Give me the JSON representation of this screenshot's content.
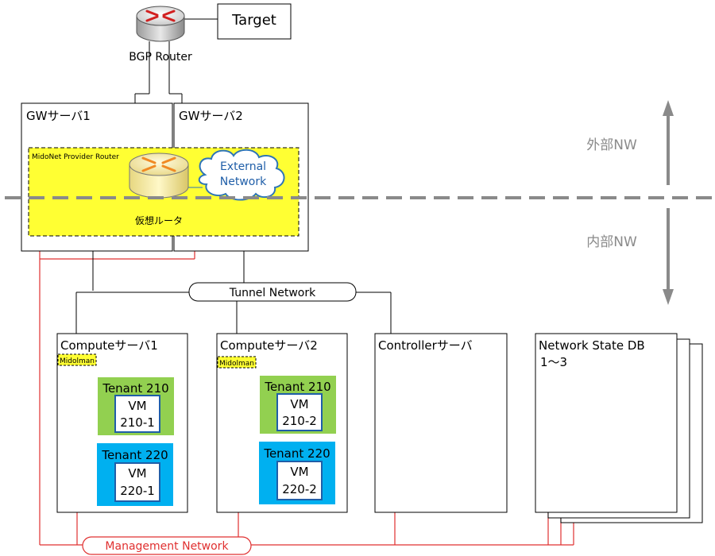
{
  "bgp_router": {
    "label": "BGP Router"
  },
  "target": {
    "label": "Target"
  },
  "gw1": {
    "label": "GWサーバ1"
  },
  "gw2": {
    "label": "GWサーバ2"
  },
  "provider_router": {
    "label": "MidoNet Provider Router",
    "router_label": "仮想ルータ",
    "external_network": [
      "External",
      "Network"
    ]
  },
  "zones": {
    "outer": "外部NW",
    "inner": "内部NW"
  },
  "tunnel_network": {
    "label": "Tunnel Network"
  },
  "management_network": {
    "label": "Management Network"
  },
  "compute1": {
    "label": "Computeサーバ1",
    "agent": "Midolman",
    "tenant_a": {
      "label": "Tenant 210",
      "vm": [
        "VM",
        "210-1"
      ]
    },
    "tenant_b": {
      "label": "Tenant 220",
      "vm": [
        "VM",
        "220-1"
      ]
    }
  },
  "compute2": {
    "label": "Computeサーバ2",
    "agent": "Midolman",
    "tenant_a": {
      "label": "Tenant 210",
      "vm": [
        "VM",
        "210-2"
      ]
    },
    "tenant_b": {
      "label": "Tenant 220",
      "vm": [
        "VM",
        "220-2"
      ]
    }
  },
  "controller": {
    "label": "Controllerサーバ"
  },
  "state_db": {
    "label": [
      "Network State DB",
      "1～3"
    ]
  },
  "colors": {
    "provider_fill": "#ffff33",
    "tenant_green": "#92d050",
    "tenant_blue": "#00b0f0",
    "vm_border": "#1f5ea8",
    "management_red": "#e03030",
    "divider_gray": "#8a8a8a",
    "cloud_blue": "#2e75b6"
  }
}
